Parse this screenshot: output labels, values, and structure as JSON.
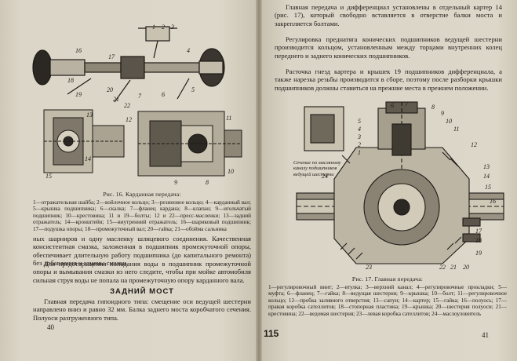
{
  "left_page": {
    "figure_labels": [
      "1",
      "2",
      "3",
      "16",
      "17",
      "4",
      "5",
      "6",
      "7",
      "18",
      "19",
      "20",
      "21",
      "22",
      "8",
      "9",
      "14",
      "13",
      "12",
      "15",
      "11",
      "10"
    ],
    "caption_title": "Рис. 16. Карданная передача:",
    "caption_text": "1—отражательная шайба; 2—войлочное кольцо; 3—резиновое кольцо; 4—карданный вал; 5—крышка подшипника; 6—скалка; 7—фланец кардана; 8—клапан; 9—игольчатый подшипник; 10—крестовина; 11 и 19—болты; 12 и 22—пресс-масленки; 13—задний отражатель; 14—кронштейн; 15—внутренний отражатель; 16—шариковый подшипник; 17—подушка опоры; 18—промежуточный вал; 20—гайка; 21—обойма сальника",
    "paragraph_1": "ных шарниров и одну масленку шлицевого соединения. Качественная консистентная смазка, заложенная в подшипник промежуточной опоры, обеспечивает длительную работу подшипника (до капитального ремонта) без добавления и замены смазки.",
    "paragraph_2": "Для предотвращения попадания воды в подшипник промежуточной опоры и вымывания смазки из него следите, чтобы при мойке автомобиля сильная струя воды не попала на промежуточную опору карданного вала.",
    "heading": "ЗАДНИЙ МОСТ",
    "paragraph_3": "Главная передача гипоидного типа: смещение оси ведущей шестерни направлено вниз и равно 32 мм. Балка заднего моста коробчатого сечения. Полуоси разгруженного типа.",
    "page_number": "40"
  },
  "right_page": {
    "paragraph_1": "Главная передача и дифференциал установлены в отдельный картер 14 (рис. 17), который свободно вставляется в отверстие балки моста и закрепляется болтами.",
    "paragraph_2": "Регулировка преднатяга конических подшипников ведущей шестерни производится кольцом, установленным между торцами внутренних колец переднего и заднего конических подшипников.",
    "paragraph_3": "Расточка гнезд картера и крышек 19 подшипников дифференциала, а также нарезка резьбы производится в сборе, поэтому после разборки крышки подшипников должны ставиться на прежние места в прежнем положении.",
    "figure_labels": [
      "5",
      "4",
      "3",
      "2",
      "1",
      "6",
      "7",
      "8",
      "9",
      "10",
      "11",
      "12",
      "13",
      "14",
      "24",
      "15",
      "16",
      "17",
      "18",
      "19",
      "20",
      "21",
      "22",
      "23"
    ],
    "figure_note": "Сечение по масляному каналу подшипников ведущей шестерни",
    "caption_title": "Рис. 17. Главная передача:",
    "caption_text": "1—регулировочный винт; 2—втулка; 3—верхний канал; 4—регулировочные прокладки; 5—муфта; 6—фланец; 7—гайка; 8—ведущая шестерня; 9—крышка; 10—болт; 11—регулировочное кольцо; 12—пробка заливного отверстия; 13—сапун; 14—картер; 15—гайка; 16—полуось; 17—правая коробка сателлитов; 18—стопорная пластина; 19—крышка; 20—шестерня полуоси; 21—крестовина; 22—ведомая шестерня; 23—левая коробка сателлитов; 24—маслоуловитель",
    "page_number": "41"
  },
  "stamp": "115"
}
